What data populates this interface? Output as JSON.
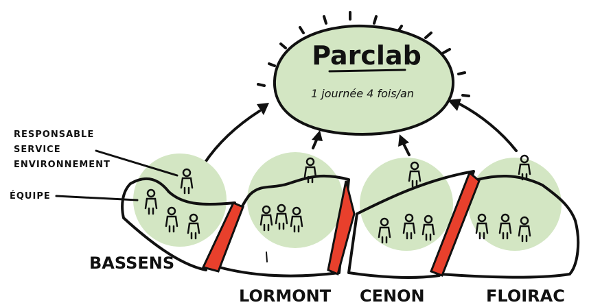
{
  "center": {
    "title": "Parclab",
    "subtitle": "1 journée 4 fois/an"
  },
  "labels": {
    "responsable": [
      "RESPONSABLE",
      "SERVICE",
      "ENVIRONNEMENT"
    ],
    "equipe": "ÉQUIPE"
  },
  "sites": [
    {
      "name": "BASSENS"
    },
    {
      "name": "LORMONT"
    },
    {
      "name": "CENON"
    },
    {
      "name": "FLOIRAC"
    }
  ],
  "colors": {
    "bubble": "#d3e6c3",
    "accent": "#e8402c",
    "ink": "#111111"
  }
}
